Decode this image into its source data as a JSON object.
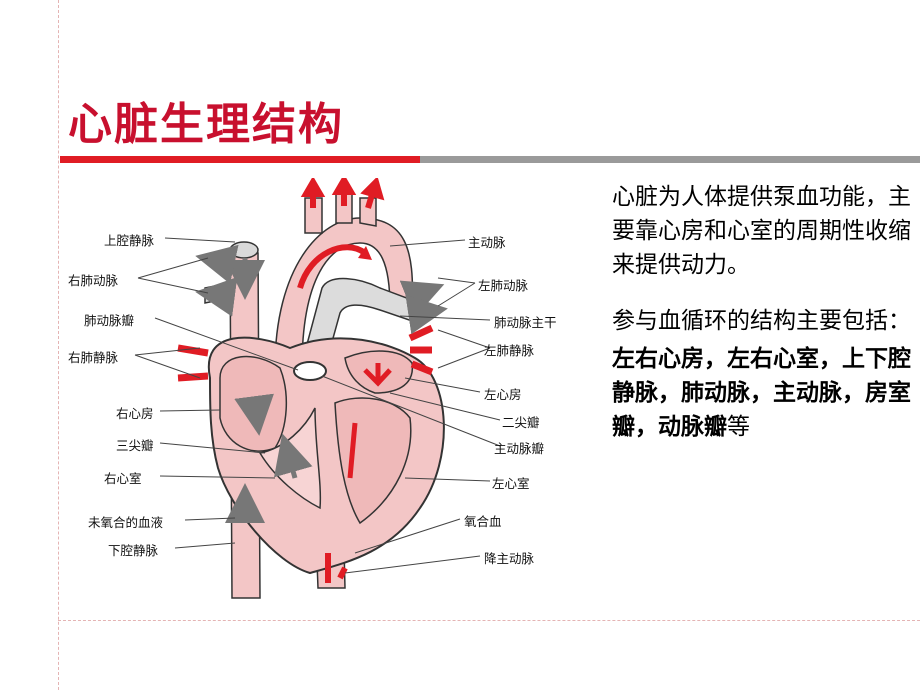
{
  "slide": {
    "title": "心脏生理结构",
    "accent_color": "#e01c24",
    "rule_color": "#9a9a9a"
  },
  "diagram": {
    "labels_left": {
      "svc": "上腔静脉",
      "r_pulm_artery": "右肺动脉",
      "pulm_valve": "肺动脉瓣",
      "r_pulm_vein": "右肺静脉",
      "r_atrium": "右心房",
      "tricuspid": "三尖瓣",
      "r_ventricle": "右心室",
      "deoxy_blood": "未氧合的血液",
      "ivc": "下腔静脉"
    },
    "labels_right": {
      "aorta": "主动脉",
      "l_pulm_artery": "左肺动脉",
      "pulm_trunk": "肺动脉主干",
      "l_pulm_vein": "左肺静脉",
      "l_atrium": "左心房",
      "mitral": "二尖瓣",
      "aortic_valve": "主动脉瓣",
      "l_ventricle": "左心室",
      "oxy_blood": "氧合血",
      "desc_aorta": "降主动脉"
    }
  },
  "text": {
    "para1": "心脏为人体提供泵血功能，主要靠心房和心室的周期性收缩来提供动力。",
    "para2": "参与血循环的结构主要包括：",
    "bold_list": "左右心房，左右心室，上下腔静脉，肺动脉，主动脉，房室瓣，动脉瓣",
    "tail": "等"
  }
}
